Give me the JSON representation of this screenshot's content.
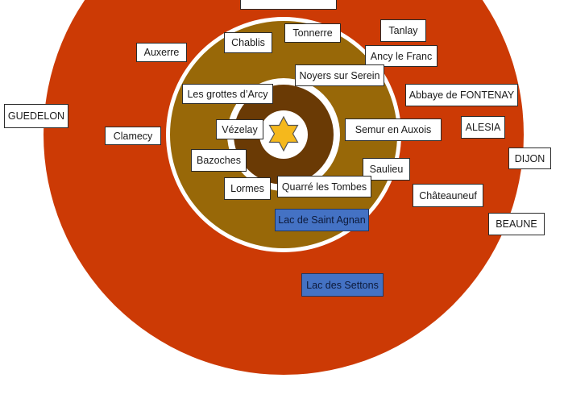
{
  "diagram": {
    "colors": {
      "outer_zone": "#CC3A05",
      "middle_zone": "#986808",
      "inner_zone": "#6A3A05",
      "center": "#FFFFFF",
      "star": "#F5B81C",
      "lake": "#4472C4",
      "label_bg": "#FFFFFF"
    },
    "center_icon": "six-pointed-star",
    "top_box": "",
    "places": {
      "guedelon": "GUEDELON",
      "auxerre": "Auxerre",
      "clamecy": "Clamecy",
      "chablis": "Chablis",
      "tonnerre": "Tonnerre",
      "tanlay": "Tanlay",
      "ancy": "Ancy le Franc",
      "noyers": "Noyers sur Serein",
      "grottes": "Les grottes d’Arcy",
      "fontenay": "Abbaye de FONTENAY",
      "vezelay": "Vézelay",
      "semur": "Semur en Auxois",
      "alesia": "ALESIA",
      "dijon": "DIJON",
      "bazoches": "Bazoches",
      "saulieu": "Saulieu",
      "lormes": "Lormes",
      "quarre": "Quarré les Tombes",
      "chateauneuf": "Châteauneuf",
      "beaune": "BEAUNE"
    },
    "lakes": {
      "saint_agnan": "Lac de Saint Agnan",
      "settons": "Lac des Settons"
    }
  }
}
